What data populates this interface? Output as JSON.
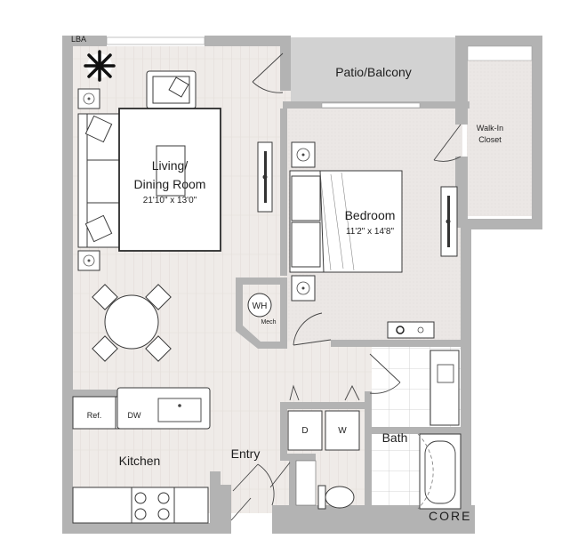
{
  "plan": {
    "corner_text": "LBA",
    "watermark": "CORE",
    "rooms": {
      "patio": {
        "name": "Patio/Balcony"
      },
      "walkin": {
        "name_line1": "Walk-In",
        "name_line2": "Closet"
      },
      "living": {
        "name_line1": "Living/",
        "name_line2": "Dining Room",
        "dims": "21'10\" x 13'0\""
      },
      "bedroom": {
        "name": "Bedroom",
        "dims": "11'2\" x 14'8\""
      },
      "kitchen": {
        "name": "Kitchen"
      },
      "entry": {
        "name": "Entry"
      },
      "bath": {
        "name": "Bath"
      }
    },
    "fixtures": {
      "water_heater": "WH",
      "mech": "Mech",
      "refrigerator": "Ref.",
      "dishwasher": "DW",
      "dryer": "D",
      "washer": "W"
    },
    "colors": {
      "wall": "#b3b3b3",
      "floor": "#efebe8",
      "carpet": "#eae6e4",
      "tile": "#ffffff"
    }
  }
}
